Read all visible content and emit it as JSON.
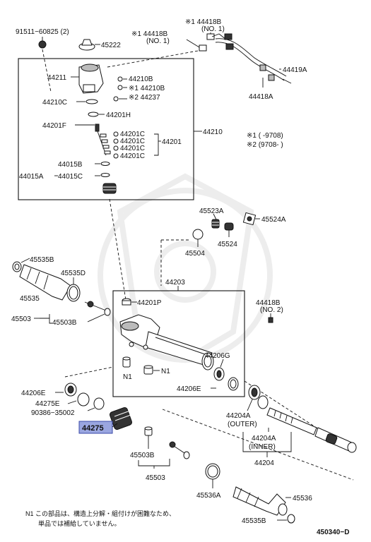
{
  "labels": {
    "p91511": "91511−60825 (2)",
    "p45222": "45222",
    "p44418b_no1_a": "※1 44418B",
    "p44418b_no1_a_sub": "(NO. 1)",
    "p44418b_no1_b": "※1 44418B",
    "p44418b_no1_b_sub": "(NO. 1)",
    "p44419a": "44419A",
    "p44418a": "44418A",
    "p44211": "44211",
    "p44210b_1": "44210B",
    "p44210b_2": "※1 44210B",
    "p44237": "※2 44237",
    "p44210c": "44210C",
    "p44201h": "44201H",
    "p44201f": "44201F",
    "p44210": "44210",
    "p44201c_1": "44201C",
    "p44201c_2": "44201C",
    "p44201c_3": "44201C",
    "p44201c_4": "44201C",
    "p44201": "44201",
    "p44015b": "44015B",
    "p44015c": "44015C",
    "p44015a": "44015A",
    "note1": "※1 (      -9708)",
    "note2": "※2 (9708-      )",
    "p45523a": "45523A",
    "p45524a": "45524A",
    "p45504": "45504",
    "p45524": "45524",
    "p45535b_top": "45535B",
    "p45535d": "45535D",
    "p45535": "45535",
    "p44203": "44203",
    "p44201p": "44201P",
    "p44418b_no2": "44418B",
    "p44418b_no2_sub": "(NO. 2)",
    "p45503": "45503",
    "p45503b": "45503B",
    "p44206g": "44206G",
    "n1_a": "N1",
    "n1_b": "N1",
    "p44206e_left": "44206E",
    "p44206e_right": "44206E",
    "p44275e": "44275E",
    "p90386": "90386−35002",
    "p44275": "44275",
    "p44204a_outer": "44204A",
    "p44204a_outer_sub": "(OUTER)",
    "p44204a_inner": "44204A",
    "p44204a_inner_sub": "(INNER)",
    "p44204": "44204",
    "p45503b_low": "45503B",
    "p45503_low": "45503",
    "p45536a": "45536A",
    "p45536": "45536",
    "p45535b_low": "45535B",
    "footnote_line1": "N1  この部品は、構造上分解・組付けが困難なため、",
    "footnote_line2": "単品では補給していません。",
    "diagram_id": "450340−D"
  },
  "highlight": {
    "part": "44275",
    "color": "#9aa6e0"
  }
}
